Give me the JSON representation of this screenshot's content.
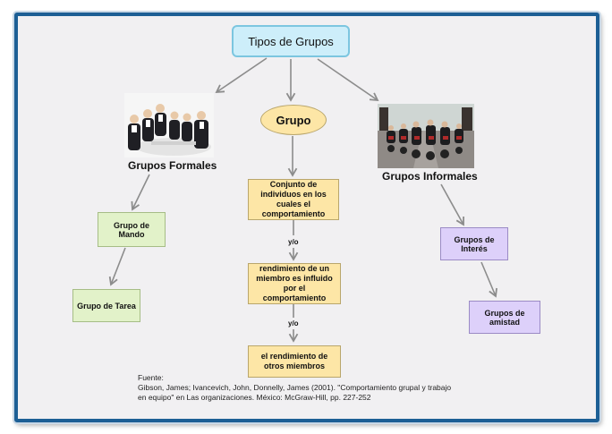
{
  "diagram": {
    "title": "Tipos de Grupos",
    "center_node": "Grupo",
    "formal_branch": {
      "label": "Grupos Formales",
      "children": [
        "Grupo de Mando",
        "Grupo de Tarea"
      ]
    },
    "informal_branch": {
      "label": "Grupos Informales",
      "children": [
        "Grupos de Interés",
        "Grupos de amistad"
      ]
    },
    "definition_chain": [
      "Conjunto de individuos en los cuales el comportamiento",
      "rendimiento de un miembro es influido por el comportamiento",
      "el rendimiento de otros miembros"
    ],
    "connector": "y/o",
    "source": {
      "heading": "Fuente:",
      "line1": "Gibson, James; Ivancevich, John, Donnelly, James (2001). \"Comportamiento grupal y trabajo",
      "line2": "en equipo\" en Las organizaciones. México: McGraw-Hill, pp. 227-252"
    }
  },
  "colors": {
    "frame_border": "#1d5f95",
    "title_fill": "#cdeefa",
    "yellow_fill": "#fde6a6",
    "green_fill": "#e2f2c9",
    "purple_fill": "#ddd0fa",
    "arrow": "#8c8c8c"
  }
}
